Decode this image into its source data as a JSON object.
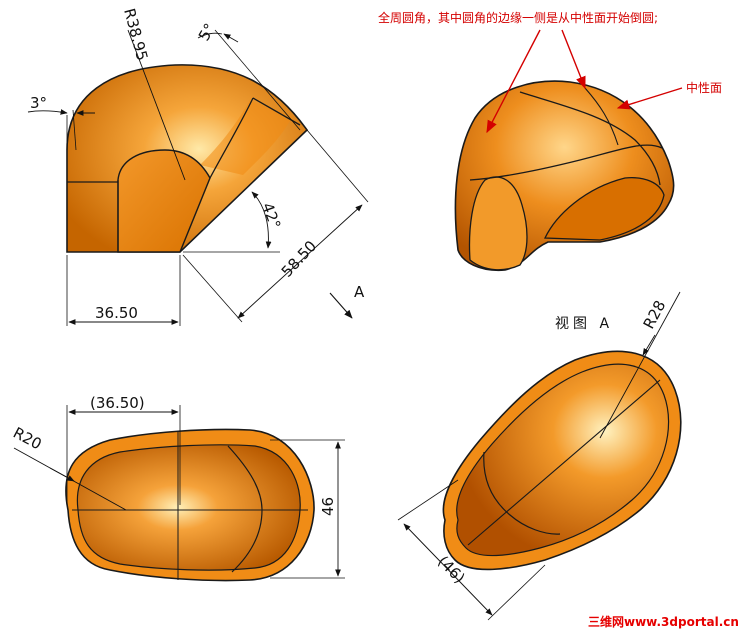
{
  "annotations": {
    "fillet_note": "全周圆角，其中圆角的边缘一侧是从中性面开始倒圆;",
    "neutral_plane": "中性面",
    "view_label": "视图 A",
    "arrow_a": "A"
  },
  "dimensions": {
    "r38": "R38.95",
    "deg5": "5°",
    "deg3": "3°",
    "deg42": "42°",
    "d5850": "58.50",
    "d3650": "36.50",
    "d3650_ref": "(36.50)",
    "r20": "R20",
    "d46": "46",
    "d46_ref": "(46)",
    "r28": "R28"
  },
  "watermark": "三维网www.3dportal.cn",
  "colors": {
    "part": "#e88a10",
    "part_light": "#ffd27a",
    "part_dark": "#b85a00",
    "edge": "#1a1a1a",
    "note": "#d40000"
  }
}
